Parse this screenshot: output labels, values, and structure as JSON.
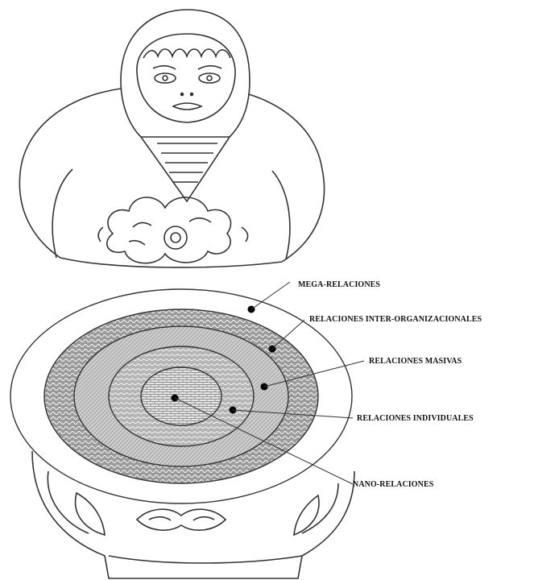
{
  "figure": {
    "labels": [
      {
        "id": "mega",
        "text": "MEGA-RELACIONES"
      },
      {
        "id": "inter",
        "text": "RELACIONES INTER-ORGANIZACIONALES"
      },
      {
        "id": "masivas",
        "text": "RELACIONES MASIVAS"
      },
      {
        "id": "individuales",
        "text": "RELACIONES INDIVIDUALES"
      },
      {
        "id": "nano",
        "text": "NANO-RELACIONES"
      }
    ],
    "colors": {
      "line": "#333333",
      "ink": "#111111",
      "fill_light": "#f4f4f4",
      "fill_mid": "#bdbdbd",
      "fill_dark": "#8a8a8a"
    },
    "icons": [
      "matryoshka-doll-top",
      "matryoshka-doll-bottom"
    ]
  }
}
